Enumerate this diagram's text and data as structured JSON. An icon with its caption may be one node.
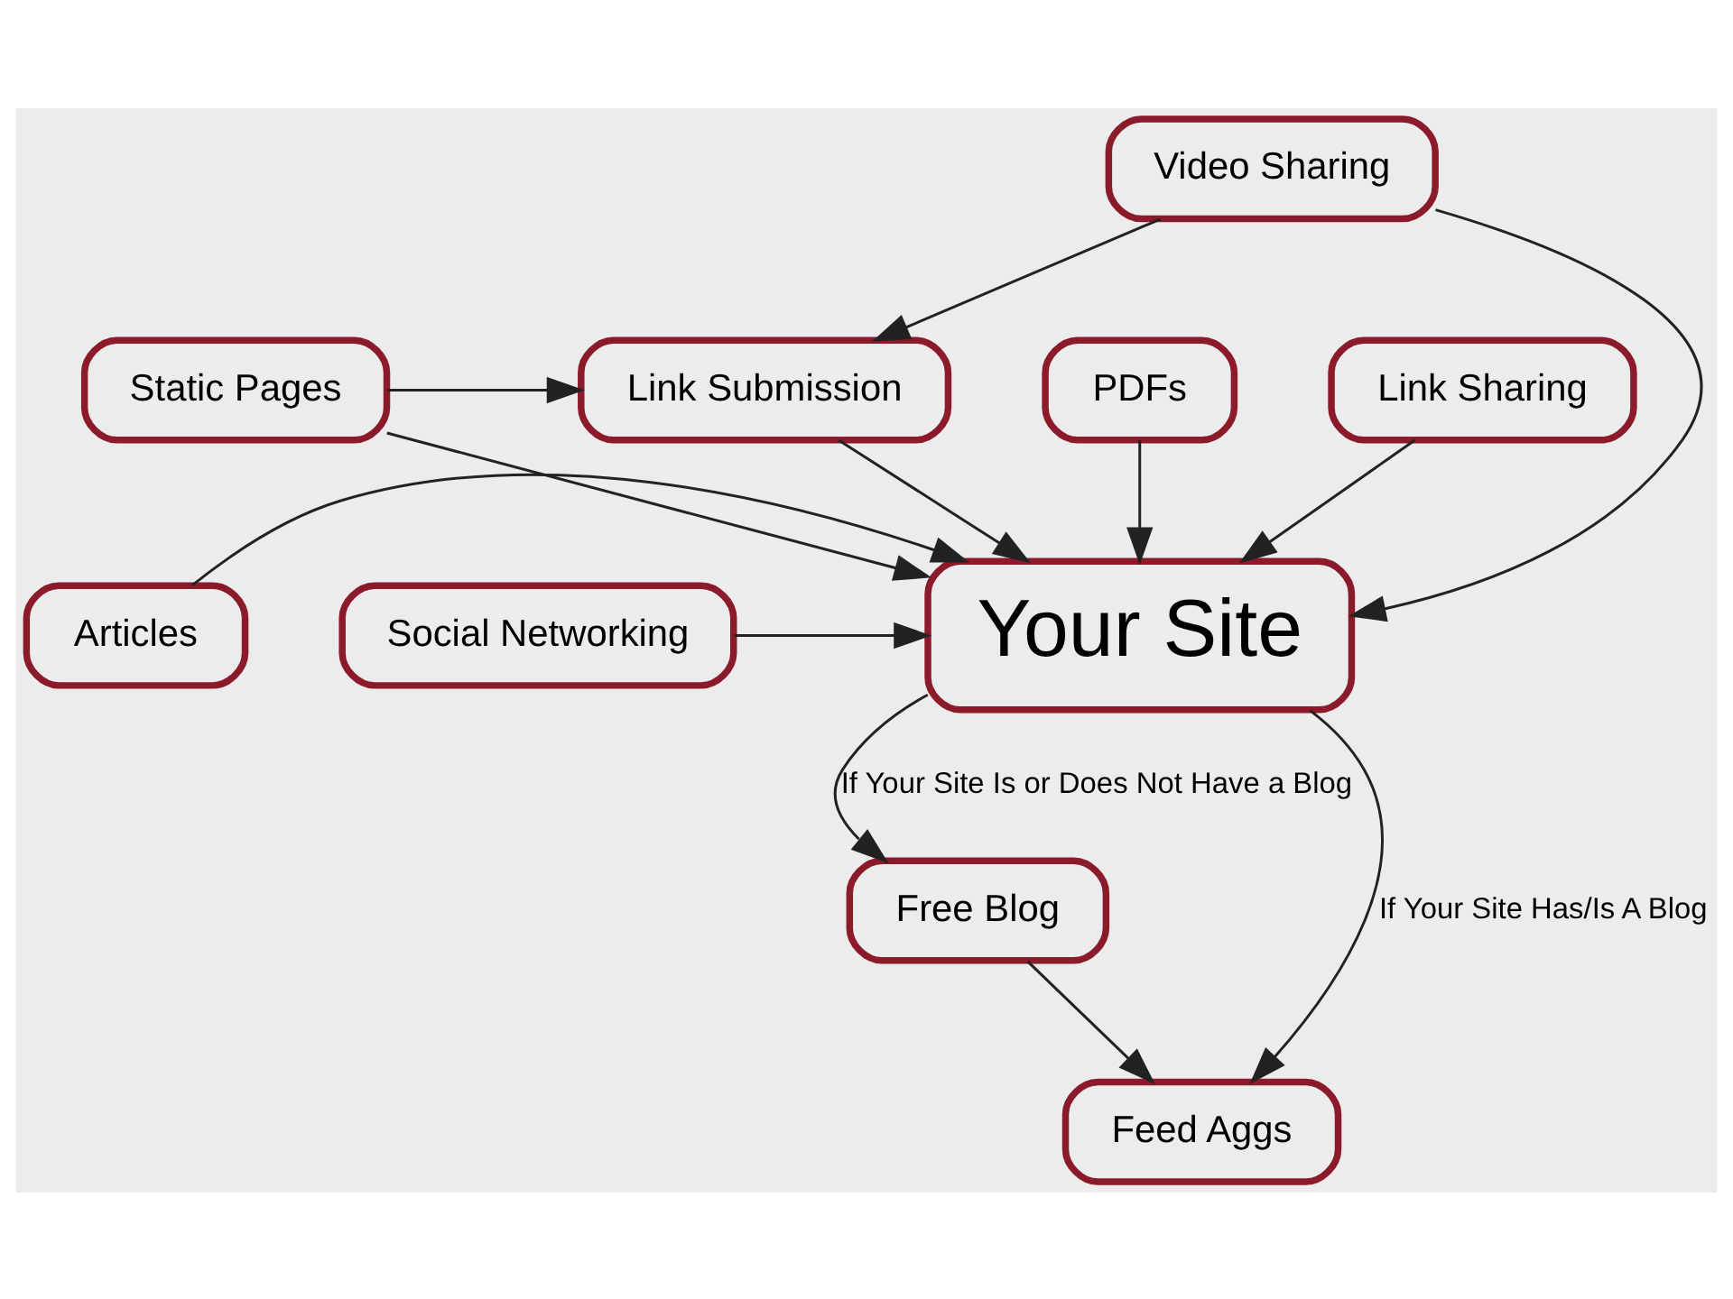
{
  "diagram": {
    "nodes": [
      {
        "text": [
          "Link Submission"
        ]
      },
      {
        "text": [
          "Static Pages"
        ]
      },
      {
        "text": [
          "PDFs"
        ]
      },
      {
        "text": [
          "Link Sharing"
        ]
      },
      {
        "text": [
          "Social Networking"
        ]
      },
      {
        "text": [
          "Your Site"
        ]
      },
      {
        "text": [
          "Articles"
        ]
      },
      {
        "text": [
          "Video Sharing"
        ]
      },
      {
        "text": [
          "Free Blog"
        ]
      },
      {
        "text": [
          "Feed Aggs"
        ]
      }
    ],
    "edges": [
      {
        "from": 1,
        "to": 0,
        "arrow": "to"
      },
      {
        "from": 0,
        "to": 5,
        "arrow": "to"
      },
      {
        "from": 1,
        "to": 5,
        "arrow": "to"
      },
      {
        "from": 2,
        "to": 5,
        "arrow": "to"
      },
      {
        "from": 3,
        "to": 5,
        "arrow": "to"
      },
      {
        "from": 4,
        "to": 5,
        "arrow": "to"
      },
      {
        "from": 6,
        "to": 5,
        "arrow": "to"
      },
      {
        "from": 7,
        "to": 5,
        "arrow": "to"
      },
      {
        "from": 7,
        "to": 0,
        "arrow": "to"
      },
      {
        "from": 5,
        "to": 9,
        "arrow": "to",
        "label": "If Your Site Has/Is A Blog"
      },
      {
        "from": 5,
        "to": 8,
        "arrow": "to",
        "label": "If Your Site Is or Does Not Have a Blog"
      },
      {
        "from": 8,
        "to": 9,
        "arrow": "to"
      }
    ]
  }
}
